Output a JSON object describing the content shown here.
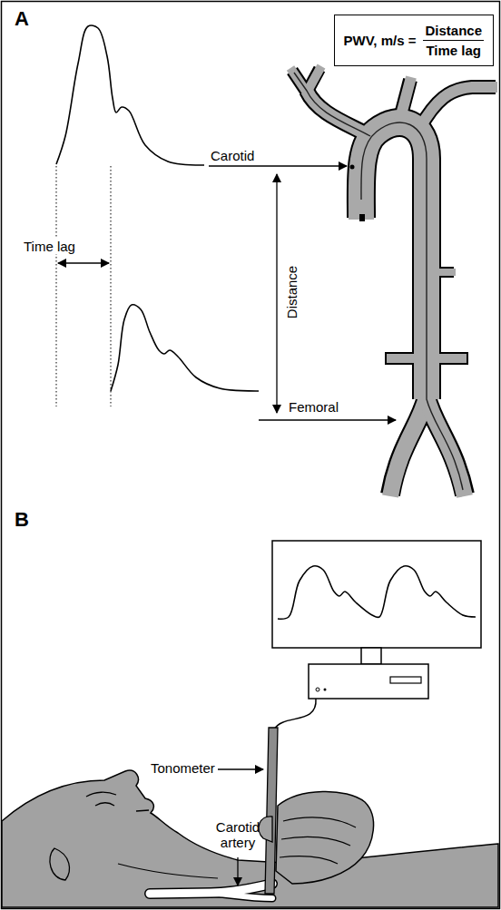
{
  "diagram": {
    "nodes": [
      {
        "text": [
          "PWV, m/s =",
          "Distance",
          "Time lag"
        ]
      }
    ],
    "labels": [
      "A",
      "Carotid",
      "Time lag",
      "Distance",
      "Femoral",
      "B",
      "Tonometer",
      "Carotid artery"
    ]
  }
}
